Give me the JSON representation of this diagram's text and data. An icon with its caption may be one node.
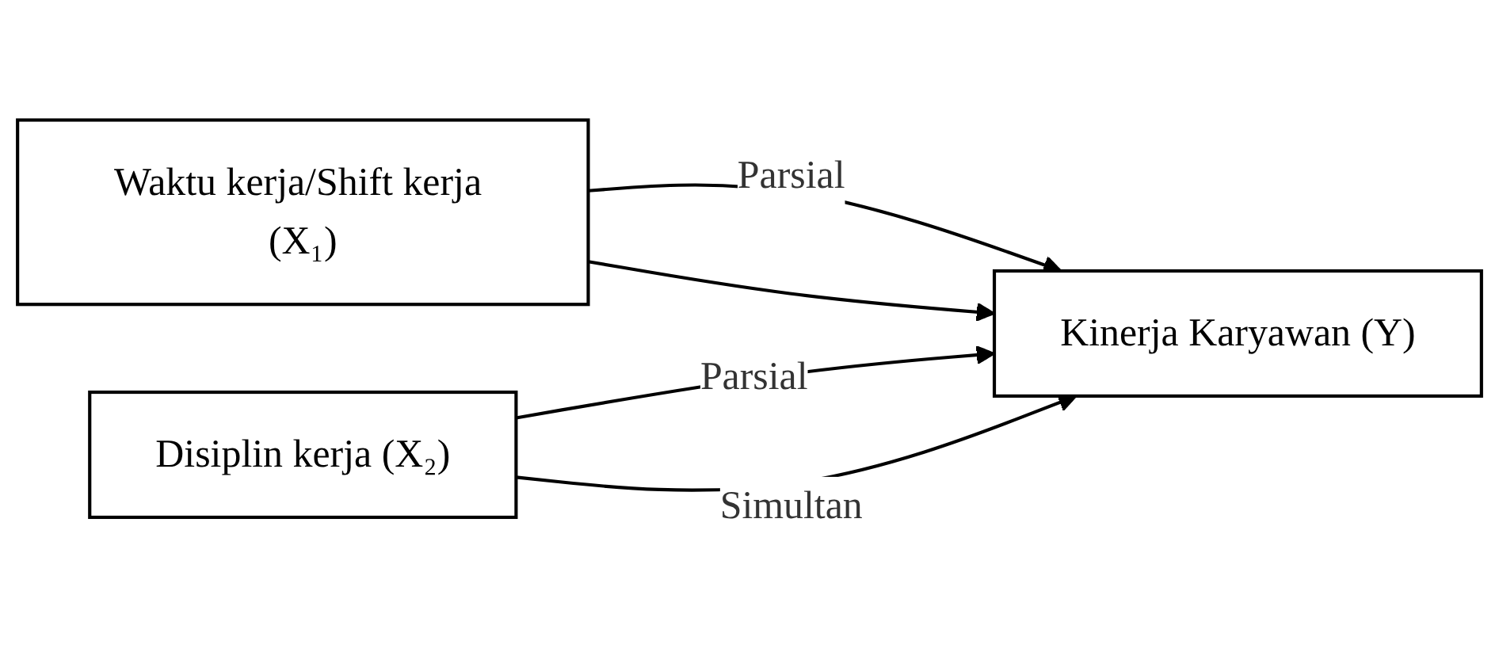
{
  "diagram": {
    "nodes": [
      {
        "text": [
          "Waktu kerja/Shift kerja (X₁)"
        ]
      },
      {
        "text": [
          "Disiplin kerja (X₂)"
        ]
      },
      {
        "text": [
          "Kinerja Karyawan (Y)"
        ]
      }
    ],
    "edges": [
      {
        "from": 0,
        "to": 2,
        "arrow": "to",
        "label": "Parsial"
      },
      {
        "from": 1,
        "to": 2,
        "arrow": "to",
        "label": "Parsial"
      },
      {
        "from": 0,
        "to": 2,
        "arrow": "to"
      },
      {
        "from": 1,
        "to": 2,
        "arrow": "to",
        "label": "Simultan"
      }
    ]
  }
}
